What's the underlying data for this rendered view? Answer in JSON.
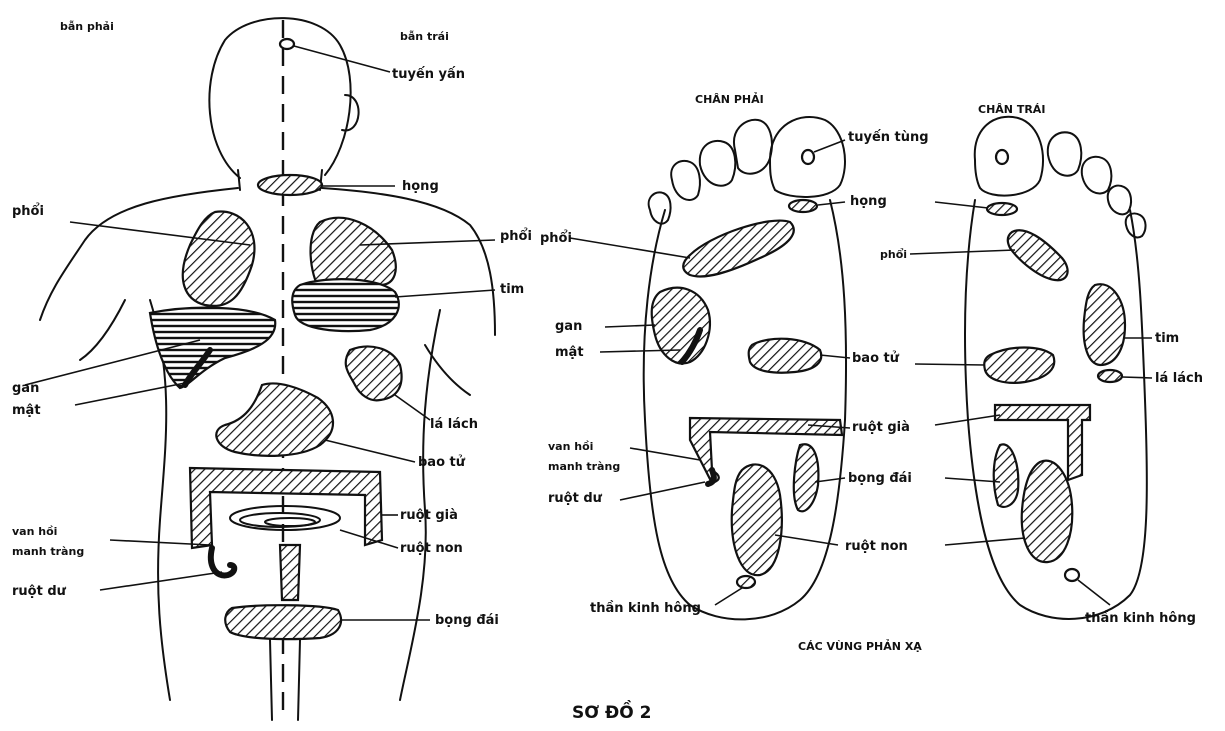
{
  "body_figure": {
    "side_right": "bẫn phải",
    "side_left": "bẫn trái",
    "labels": {
      "pineal": "tuyến yấn",
      "throat": "họng",
      "lung_left": "phổi",
      "lung_right": "phổi",
      "heart": "tim",
      "liver": "gan",
      "gallbladder": "mật",
      "spleen": "lá lách",
      "stomach": "bao tử",
      "large_intestine": "ruột già",
      "small_intestine": "ruột non",
      "ileocecal_1": "van hồi",
      "ileocecal_2": "manh tràng",
      "appendix": "ruột dư",
      "bladder": "bọng đái"
    }
  },
  "feet_figure": {
    "right_foot_title": "CHÂN PHẢI",
    "left_foot_title": "CHÂN TRÁI",
    "labels": {
      "pineal": "tuyến tùng",
      "throat": "họng",
      "lung_right": "phổi",
      "lung_left": "phổi",
      "heart": "tim",
      "spleen": "lá lách",
      "liver": "gan",
      "gallbladder": "mật",
      "stomach": "bao tử",
      "large_intestine": "ruột già",
      "ileocecal_1": "van hồi",
      "ileocecal_2": "manh tràng",
      "appendix": "ruột dư",
      "bladder": "bọng đái",
      "small_intestine": "ruột non",
      "sciatic_right": "thần kinh hông",
      "sciatic_left": "thần kinh hông"
    },
    "caption": "CÁC VÙNG PHẢN XẠ"
  },
  "figure_title": "SƠ ĐỒ 2"
}
